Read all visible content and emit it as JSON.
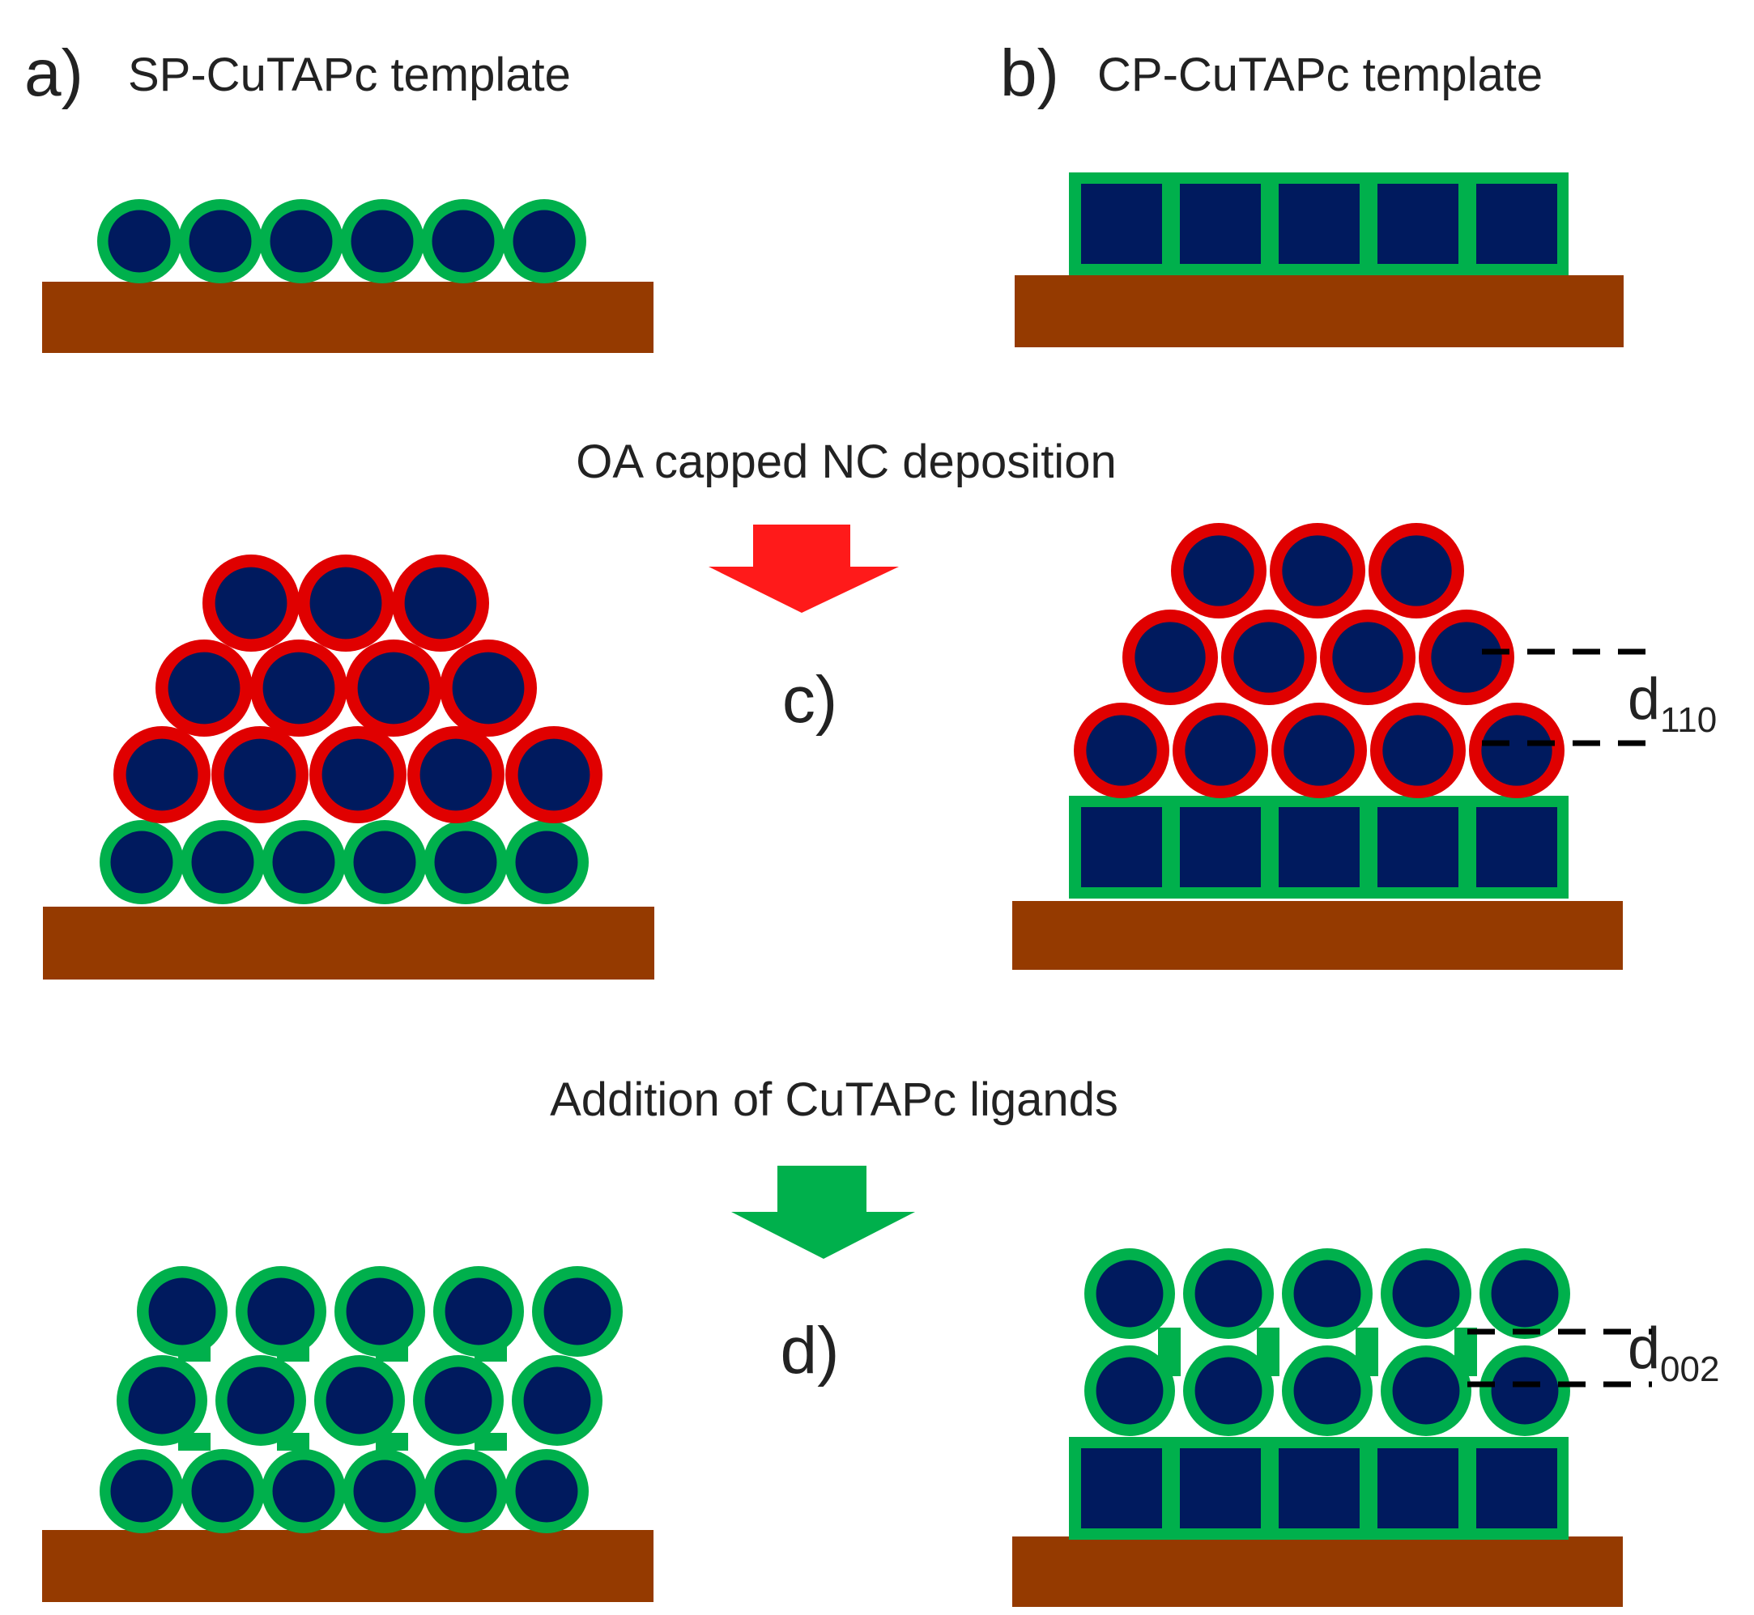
{
  "panels": {
    "a": {
      "letter": "a)",
      "title": "SP-CuTAPc template"
    },
    "b": {
      "letter": "b)",
      "title": "CP-CuTAPc template"
    },
    "c": {
      "letter": "c)"
    },
    "d": {
      "letter": "d)"
    }
  },
  "steps": {
    "deposition": "OA capped NC deposition",
    "ligand_addition": "Addition of CuTAPc ligands"
  },
  "spacing_labels": {
    "c": {
      "base": "d",
      "subscript": "110"
    },
    "d": {
      "base": "d",
      "subscript": "002"
    }
  },
  "colors": {
    "substrate": "#953A00",
    "nc_core": "#001A5E",
    "cutapc_shell": "#00B04C",
    "oa_shell": "#E00000",
    "arrow_deposition": "#FF1A1A",
    "arrow_ligand": "#00B04C",
    "dashed_line": "#000000"
  }
}
